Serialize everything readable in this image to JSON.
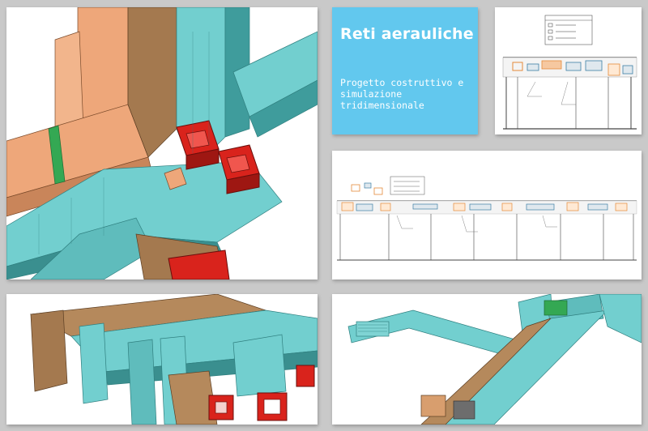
{
  "title_panel": {
    "heading": "Reti aerauliche",
    "subtitle": "Progetto costruttivo e simulazione tridimensionale"
  },
  "panels": {
    "main_render": "duct-render-main",
    "section_1": "section-drawing-small",
    "section_2": "section-drawing-wide",
    "render_bottom_left": "duct-render-bottom-left",
    "render_bottom_right": "duct-render-bottom-right"
  },
  "colors": {
    "duct_cyan": "#72cfcf",
    "duct_cyan_dark": "#2f7f7f",
    "duct_orange": "#eea77a",
    "duct_brown": "#b5895c",
    "diffuser_red": "#d9231c",
    "damper_green": "#34a853",
    "title_bg": "#62c8ee",
    "backdrop": "#c9c9c9"
  }
}
